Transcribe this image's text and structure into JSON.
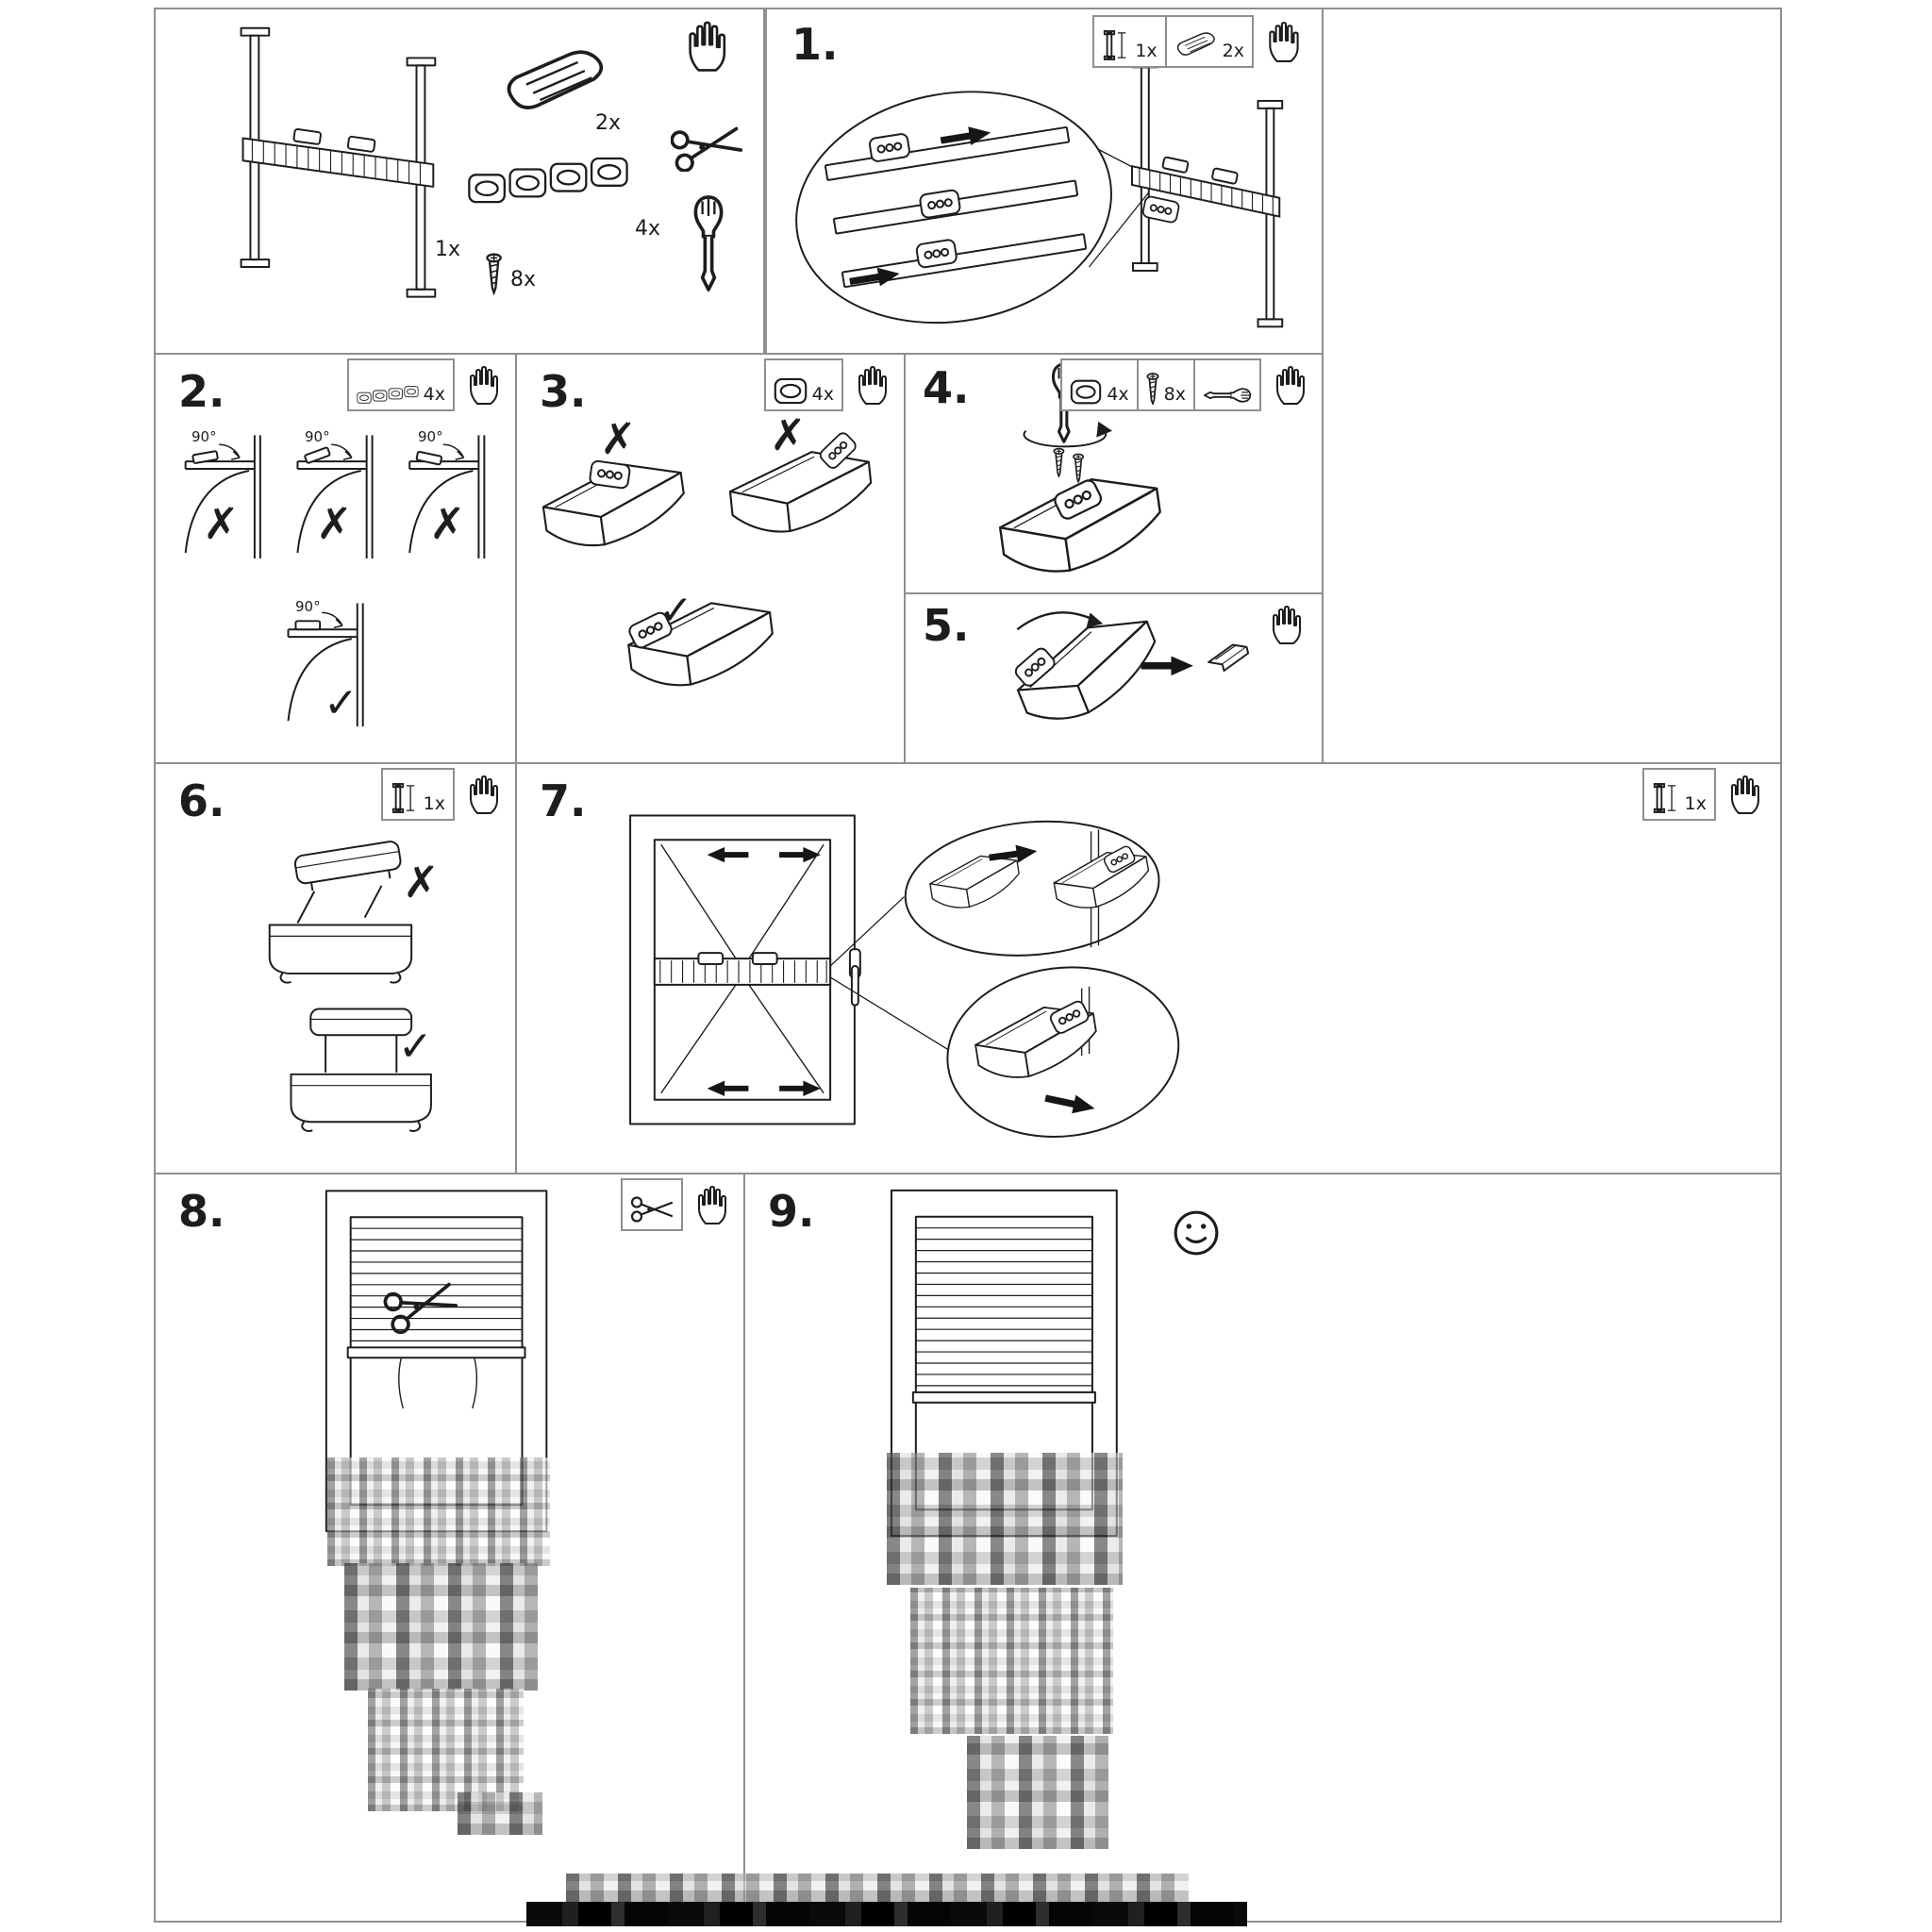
{
  "page": {
    "bg": "#ffffff",
    "ink": "#1d1d1d",
    "grid": "#8f8f8f"
  },
  "parts_panel": {
    "blind_unit_qty": "1x",
    "bracket_qty": "2x",
    "clip_strip_qty": "4x",
    "screw_qty": "8x"
  },
  "marks": {
    "wrong": "✗",
    "right": "✓"
  },
  "angle_label": "90°",
  "steps": {
    "s1": {
      "number": "1.",
      "qty_unit": "1x",
      "qty_bracket": "2x"
    },
    "s2": {
      "number": "2.",
      "qty_clips": "4x"
    },
    "s3": {
      "number": "3.",
      "qty_clips": "4x"
    },
    "s4": {
      "number": "4.",
      "qty_clips": "4x",
      "qty_screws": "8x"
    },
    "s5": {
      "number": "5."
    },
    "s6": {
      "number": "6.",
      "qty_rail": "1x"
    },
    "s7": {
      "number": "7.",
      "qty_rail": "1x"
    },
    "s8": {
      "number": "8."
    },
    "s9": {
      "number": "9."
    }
  }
}
